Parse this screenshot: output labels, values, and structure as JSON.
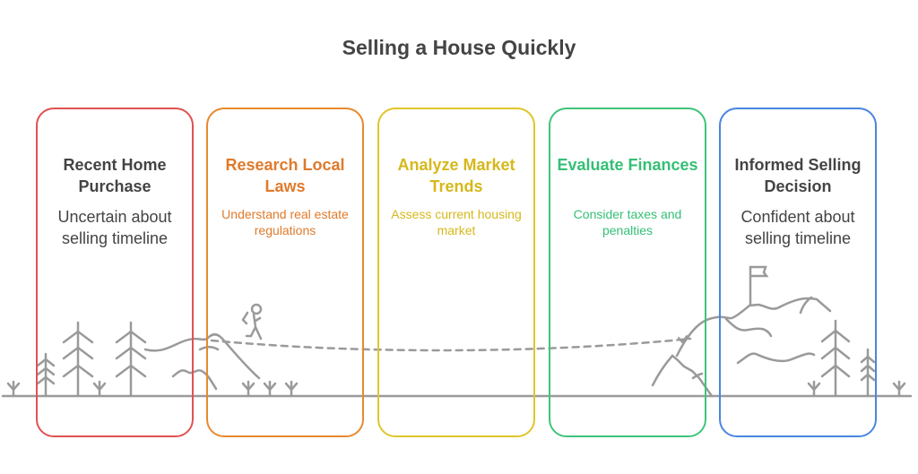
{
  "title": "Selling a House Quickly",
  "colors": {
    "red": "#e05252",
    "orange": "#e8892f",
    "yellow": "#e0c52a",
    "green": "#3ec47a",
    "blue": "#4a86e0",
    "line": "#9a9a9a"
  },
  "steps": [
    {
      "title": "Recent Home Purchase",
      "description": "Uncertain about selling timeline"
    },
    {
      "title": "Research Local Laws",
      "description": "Understand real estate regulations"
    },
    {
      "title": "Analyze Market Trends",
      "description": "Assess current housing market"
    },
    {
      "title": "Evaluate Finances",
      "description": "Consider taxes and penalties"
    },
    {
      "title": "Informed Selling Decision",
      "description": "Confident about selling timeline"
    }
  ]
}
